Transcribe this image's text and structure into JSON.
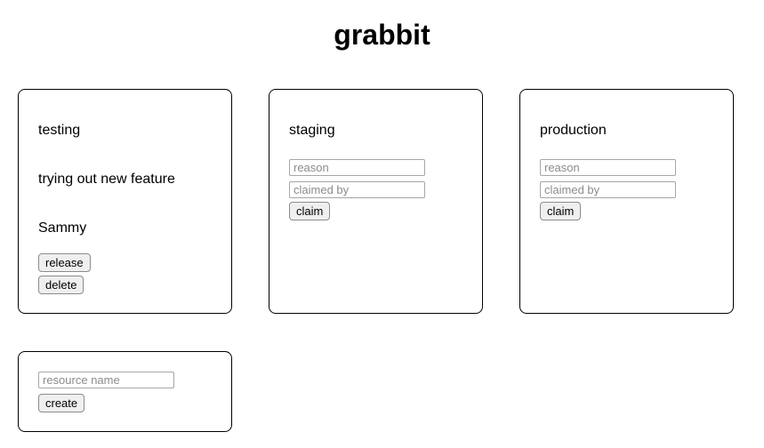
{
  "header": {
    "title": "grabbit"
  },
  "cards": [
    {
      "name": "testing",
      "reason": "trying out new feature",
      "claimed_by": "Sammy",
      "release_label": "release",
      "delete_label": "delete"
    },
    {
      "name": "staging",
      "reason_placeholder": "reason",
      "claimed_by_placeholder": "claimed by",
      "claim_label": "claim"
    },
    {
      "name": "production",
      "reason_placeholder": "reason",
      "claimed_by_placeholder": "claimed by",
      "claim_label": "claim"
    }
  ],
  "create_card": {
    "input_placeholder": "resource name",
    "button_label": "create"
  }
}
